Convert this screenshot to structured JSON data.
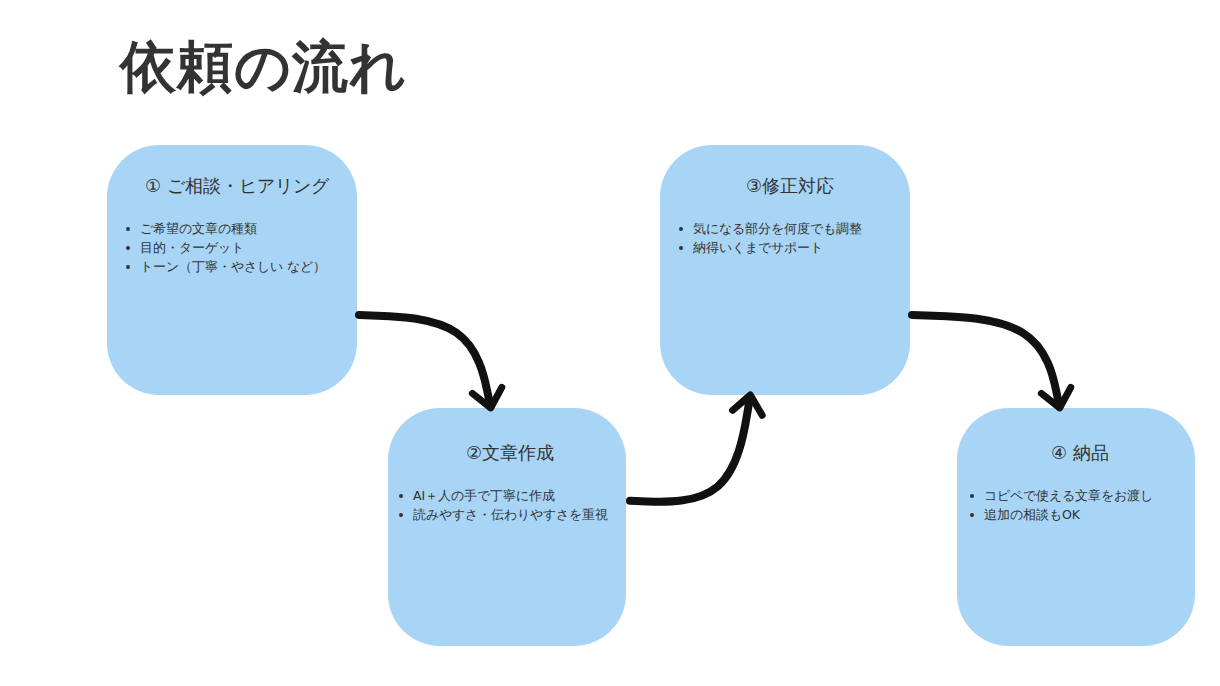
{
  "diagram": {
    "title": "依頼の流れ",
    "nodes": [
      {
        "text": [
          "① ご相談・ヒアリング",
          "ご希望の文章の種類",
          "目的・ターゲット",
          "トーン（丁寧・やさしい など）"
        ]
      },
      {
        "text": [
          "②文章作成",
          "AI＋人の手で丁寧に作成",
          "読みやすさ・伝わりやすさを重視"
        ]
      },
      {
        "text": [
          "③修正対応",
          "気になる部分を何度でも調整",
          "納得いくまでサポート"
        ]
      },
      {
        "text": [
          "④ 納品",
          "コピペで使える文章をお渡し",
          "追加の相談もOK"
        ]
      }
    ],
    "edges": [
      {
        "from": 0,
        "to": 1,
        "arrow": "to"
      },
      {
        "from": 1,
        "to": 2,
        "arrow": "to"
      },
      {
        "from": 2,
        "to": 3,
        "arrow": "to"
      }
    ]
  }
}
